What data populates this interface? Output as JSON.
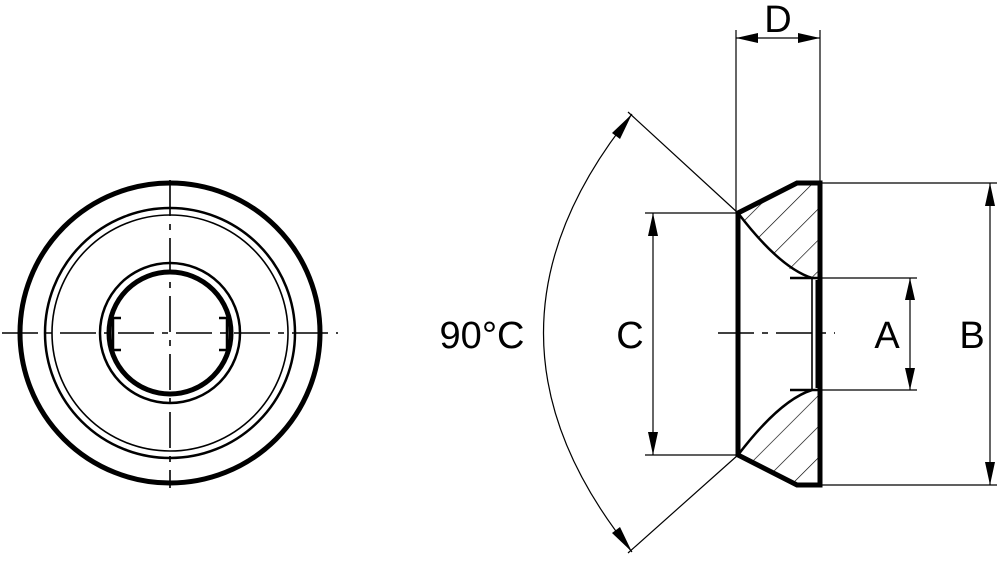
{
  "diagram": {
    "labels": {
      "d": "D",
      "c": "C",
      "a": "A",
      "b": "B",
      "angle": "90°C"
    }
  }
}
